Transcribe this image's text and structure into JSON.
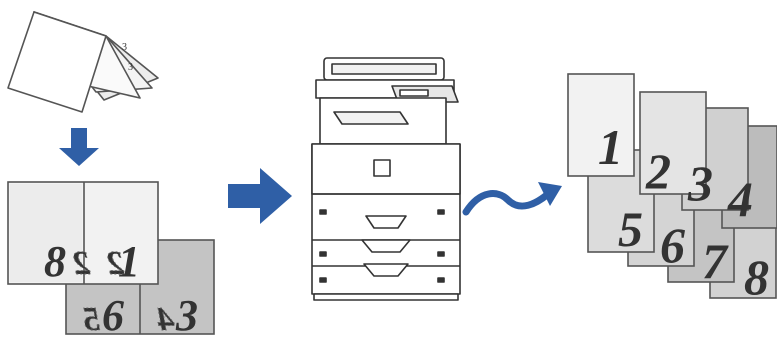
{
  "colors": {
    "arrow": "#2f5fa6",
    "outline": "#555555",
    "page_light": "#f2f2f2",
    "page_mid": "#dcdcdc",
    "page_dark": "#c4c4c4",
    "digit": "#333333"
  },
  "icons": [
    "folded-booklet-icon",
    "down-arrow-icon",
    "right-arrow-icon",
    "multifunction-printer-icon",
    "curved-arrow-icon"
  ],
  "spread": {
    "top_left_number": "8",
    "top_right_number": "1",
    "bottom_left_number": "6",
    "bottom_right_number": "3"
  },
  "output_pages": [
    "1",
    "2",
    "3",
    "4",
    "5",
    "6",
    "7",
    "8"
  ]
}
